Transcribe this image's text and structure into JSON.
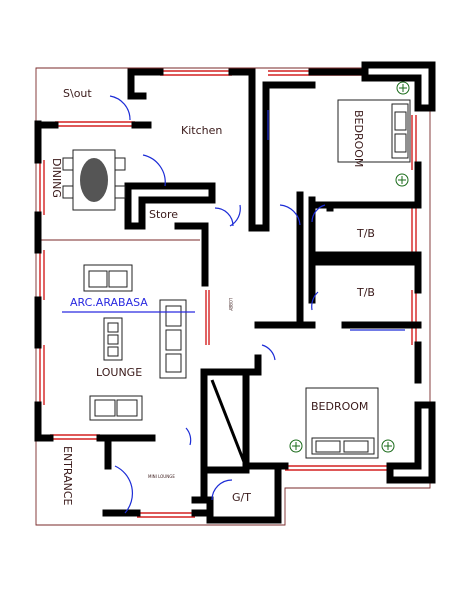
{
  "rooms": {
    "store_out": "S\\out",
    "kitchen": "Kitchen",
    "dining": "DINING",
    "store": "Store",
    "bedroom_top": "BEDROOM",
    "toilet_bath_1": "T/B",
    "toilet_bath_2": "T/B",
    "lounge": "LOUNGE",
    "bedroom_bottom": "BEDROOM",
    "entrance": "ENTRANCE",
    "mini_lounge": "MINI LOUNGE",
    "guest_toilet": "G/T",
    "lobby": "LOBBY"
  },
  "watermark": "ARC.ARABASA",
  "colors": {
    "walls": "#000000",
    "windows": "#d42020",
    "doors": "#1c2cd6",
    "labels": "#8b1a1a",
    "watermark": "#2a2ae0"
  }
}
